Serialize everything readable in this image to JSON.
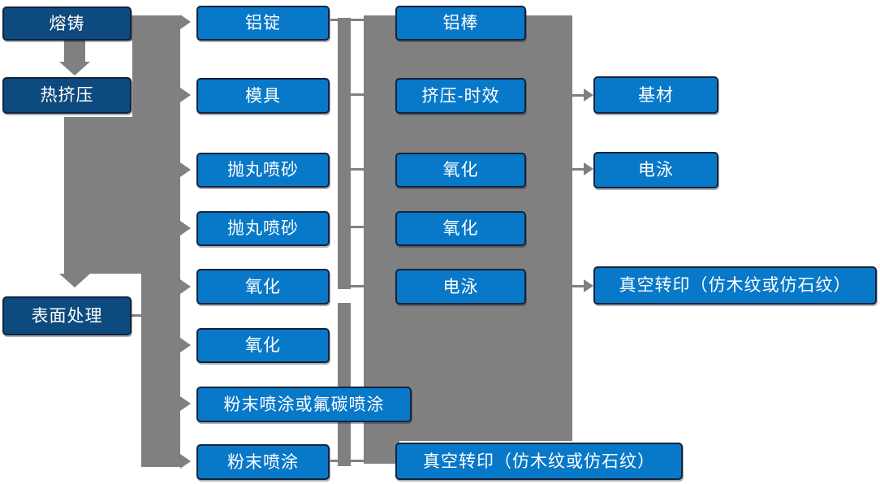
{
  "flowchart": {
    "colors": {
      "node_fill": "#0878c8",
      "node_fill_dark": "#0d4a7d",
      "node_border": "#13233a",
      "connector_gray": "#808080",
      "text": "#ffffff"
    },
    "column1": [
      {
        "label": "熔铸"
      },
      {
        "label": "热挤压"
      },
      {
        "label": "表面处理"
      }
    ],
    "column2": [
      {
        "label": "铝锭"
      },
      {
        "label": "模具"
      },
      {
        "label": "抛丸喷砂"
      },
      {
        "label": "抛丸喷砂"
      },
      {
        "label": "氧化"
      },
      {
        "label": "氧化"
      },
      {
        "label": "粉末喷涂或氟碳喷涂"
      },
      {
        "label": "粉末喷涂"
      }
    ],
    "column3": [
      {
        "label": "铝棒"
      },
      {
        "label": "挤压-时效"
      },
      {
        "label": "氧化"
      },
      {
        "label": "氧化"
      },
      {
        "label": "电泳"
      },
      {
        "label": "真空转印（仿木纹或仿石纹）"
      }
    ],
    "column4": [
      {
        "label": "基材"
      },
      {
        "label": "电泳"
      },
      {
        "label": "真空转印（仿木纹或仿石纹）"
      }
    ]
  }
}
